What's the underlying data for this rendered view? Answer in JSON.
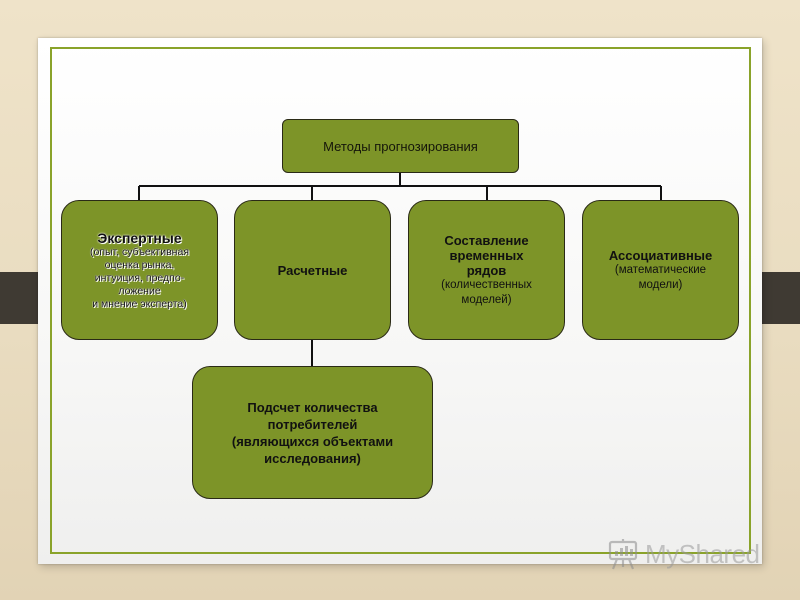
{
  "diagram": {
    "root": "Методы прогнозирования",
    "categories": [
      {
        "title": "Экспертные",
        "description": "(опыт, субъективная\nоценка рынка,\nинтуиция, предпо-\nложение\nи мнение эксперта)"
      },
      {
        "title": "Расчетные",
        "description": ""
      },
      {
        "title": "Составление\nвременных\nрядов",
        "description": "(количественных\nмоделей)"
      },
      {
        "title": "Ассоциативные",
        "description": "(математические\nмодели)"
      }
    ],
    "sub_item": "Подсчет количества\nпотребителей\n(являющихся объектами\nисследования)"
  },
  "watermark": {
    "text": "MyShared",
    "icon": "presentation-board-icon"
  },
  "colors": {
    "box_fill": "#7d9428",
    "frame": "#8aa32a",
    "side_band": "#3f3a33"
  }
}
